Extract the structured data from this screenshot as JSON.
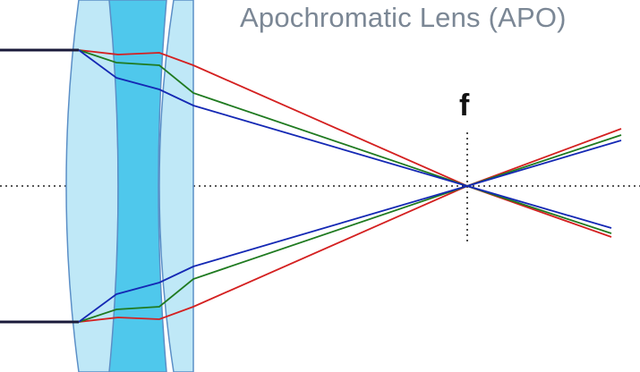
{
  "diagram": {
    "title": "Apochromatic Lens (APO)",
    "focal_label": "f",
    "colors": {
      "lens_outer": "#bfe8f7",
      "lens_middle": "#4fc8ec",
      "lens_edge": "#5b8fc7",
      "ray_red": "#d42020",
      "ray_green": "#1f7a20",
      "ray_blue": "#1428b4",
      "axis": "#222222",
      "title": "#7b8795"
    },
    "rays": [
      "red",
      "green",
      "blue"
    ]
  }
}
